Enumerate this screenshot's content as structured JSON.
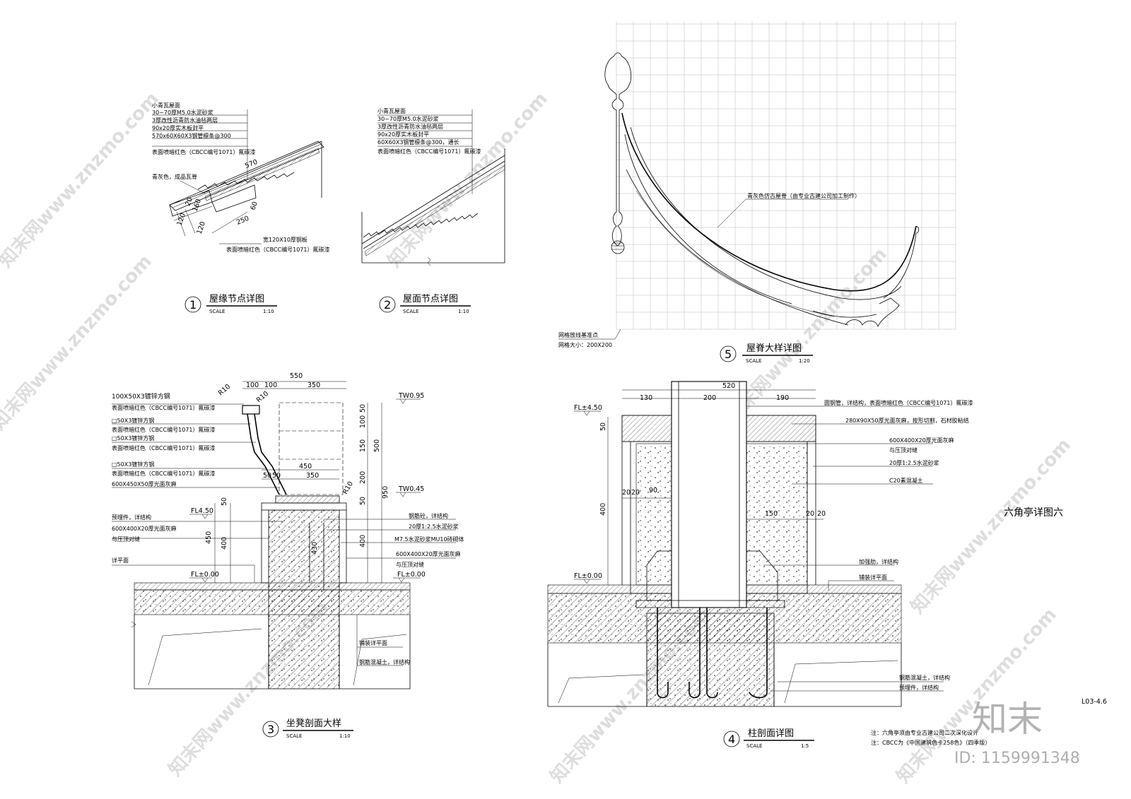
{
  "sheet_title": "六角亭详图六",
  "sheet_code": "L03-4.6",
  "notes": [
    "注：六角亭须由专业古建公司二次深化设计",
    "注：CBCC为《中国建筑色卡258色》（四季版）"
  ],
  "brand": {
    "logo": "知末",
    "id_text": "ID: 1159991348",
    "watermark": "知末网www.znzmo.com"
  },
  "details": [
    {
      "num": "1",
      "title": "屋缘节点详图",
      "scale_label": "SCALE",
      "scale": "1:10",
      "labels": [
        "小青瓦屋面",
        "30~70厚M5.0水泥砂浆",
        "3厚改性沥青防水油毡两层",
        "90x20厚实木板封平",
        "570x60X60X3钢管檩条@300",
        "表面喷暗红色（CBCC编号1071）氟碳漆",
        "青灰色，成品瓦脊",
        "宽120X10厚钢板",
        "表面喷暗红色（CBCC编号1071）氟碳漆"
      ],
      "dims": [
        "570",
        "250",
        "60",
        "20",
        "160",
        "120",
        "120"
      ]
    },
    {
      "num": "2",
      "title": "屋面节点详图",
      "scale_label": "SCALE",
      "scale": "1:10",
      "labels": [
        "小青瓦屋面",
        "30~70厚M5.0水泥砂浆",
        "3厚改性沥青防水油毡两层",
        "90x20厚实木板封平",
        "60X60X3钢管檩条@300，通长",
        "表面喷暗红色（CBCC编号1071）氟碳漆"
      ]
    },
    {
      "num": "3",
      "title": "坐凳剖面大样",
      "scale_label": "SCALE",
      "scale": "1:10",
      "labels": [
        "100X50X3镀锌方钢",
        "表面喷暗红色（CBCC编号1071）氟碳漆",
        "□50X3镀锌方钢",
        "表面喷暗红色（CBCC编号1071）氟碳漆",
        "□50X3镀锌方钢",
        "表面喷暗红色（CBCC编号1071）氟碳漆",
        "□50X3镀锌方钢",
        "表面喷暗红色（CBCC编号1071）氟碳漆",
        "600X450X50厚光面灰麻",
        "预埋件，详结构",
        "600X400X20厚光面灰麻",
        "与压顶对缝",
        "详平面",
        "钢筋砼，详结构",
        "20厚1:2.5水泥砂浆",
        "M7.5水泥砂浆MU10砖砌体",
        "600X400X20厚光面灰麻",
        "与压顶对缝",
        "铺装详平面",
        "钢筋混凝土，详结构"
      ],
      "dims": [
        "550",
        "100",
        "100",
        "350",
        "R10",
        "R10",
        "450",
        "350",
        "50",
        "50",
        "50",
        "100",
        "150",
        "500",
        "200",
        "50",
        "950",
        "50",
        "450",
        "400",
        "430",
        "400",
        "R10"
      ],
      "levels": [
        "TW0.95",
        "TW0.45",
        "FL4.50",
        "FL±0.00",
        "FL±0.00"
      ]
    },
    {
      "num": "4",
      "title": "柱剖面详图",
      "scale_label": "SCALE",
      "scale": "1:5",
      "labels": [
        "圆钢管，详结构，表面喷暗红色（CBCC编号1071）氟碳漆",
        "280X90X50厚光面灰麻，按形切割，石材胶粘结",
        "600X400X20厚光面灰麻",
        "与压顶对缝",
        "20厚1:2.5水泥砂浆",
        "C20素混凝土",
        "加强肋，详结构",
        "铺装详平面",
        "钢筋混凝土，详结构",
        "预埋件，详结构"
      ],
      "dims": [
        "520",
        "130",
        "200",
        "190",
        "50",
        "400",
        "20",
        "20",
        "90",
        "150",
        "20",
        "20"
      ],
      "levels": [
        "FL±4.50",
        "FL±0.00"
      ]
    },
    {
      "num": "5",
      "title": "屋脊大样详图",
      "scale_label": "SCALE",
      "scale": "1:20",
      "labels": [
        "青灰色仿古屋脊（由专业古建公司加工制作）",
        "网格放线基准点",
        "网格大小：200X200"
      ]
    }
  ]
}
